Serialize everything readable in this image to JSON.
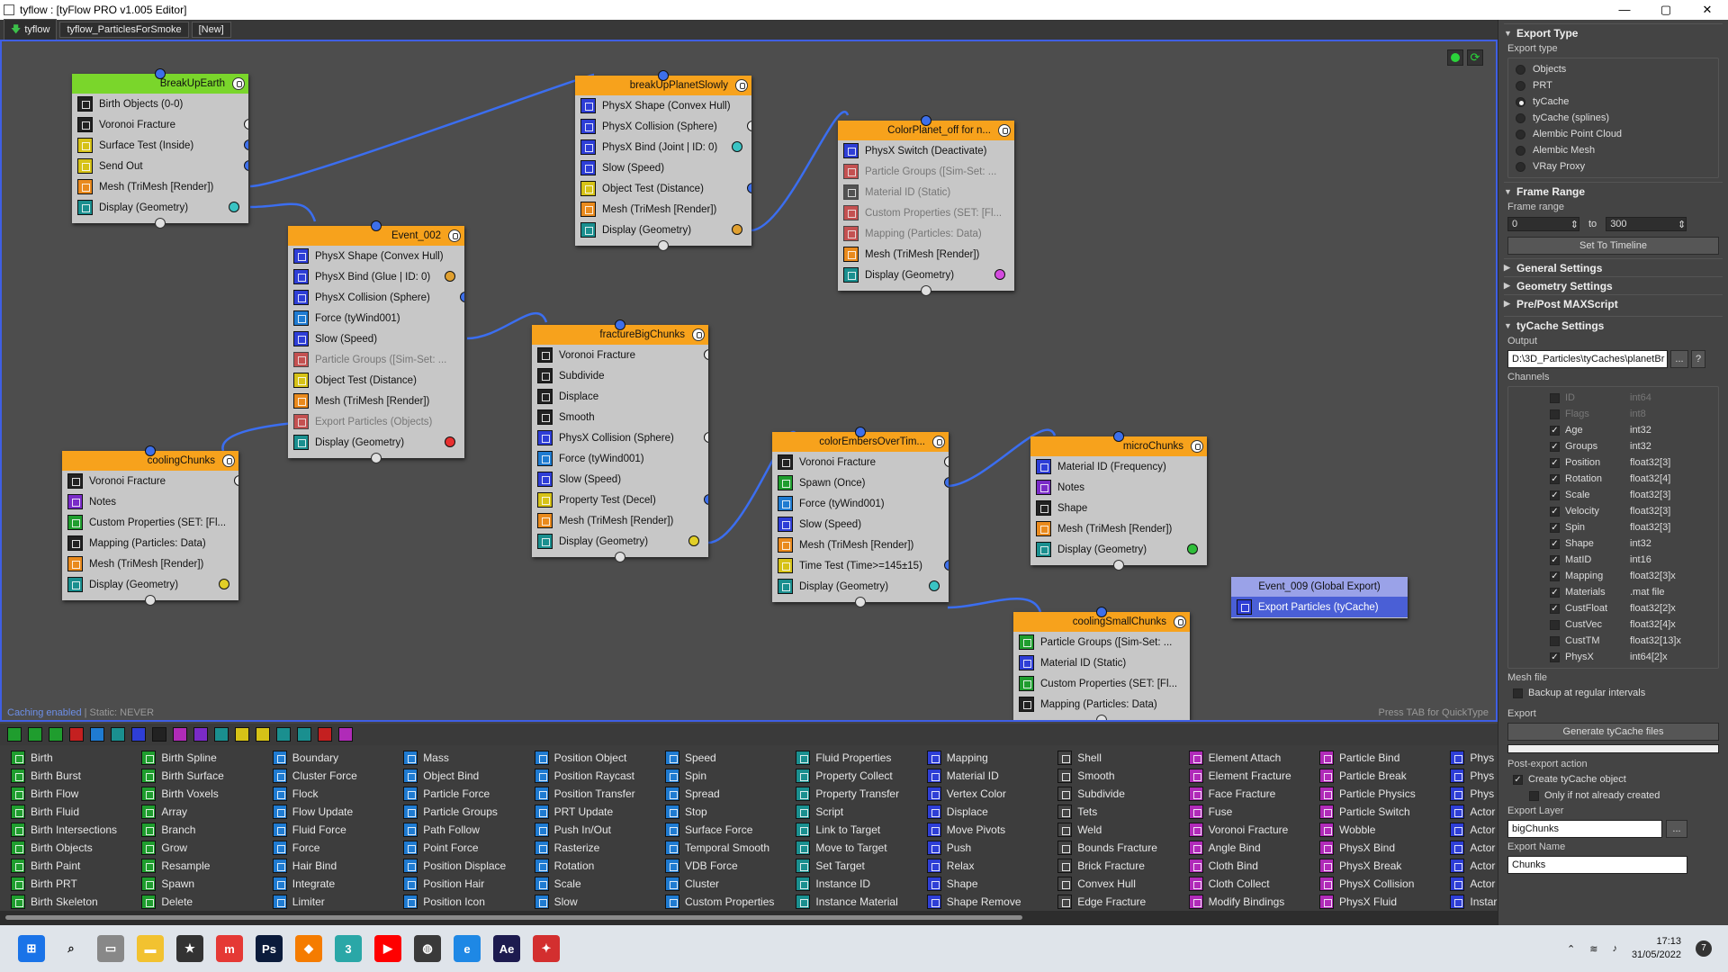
{
  "window": {
    "title": "tyflow : [tyFlow PRO v1.005 Editor]",
    "min": "—",
    "max": "▢",
    "close": "✕"
  },
  "tabs": [
    "tyflow",
    "tyflow_ParticlesForSmoke",
    "[New]"
  ],
  "colors": {
    "orange_header": "#f7a21c",
    "green_header": "#7ad62b",
    "blue_header": "#9aa2e8",
    "canvas_border": "#3f5fe4",
    "wire": "#3b6ef0"
  },
  "nodes": [
    {
      "id": "n1",
      "title": "BreakUpEarth",
      "hdr": "#7ad62b",
      "ops": [
        {
          "t": "Birth Objects (0-0)",
          "i": "ic-k",
          "p": ""
        },
        {
          "t": "Voronoi Fracture",
          "i": "ic-k",
          "p": "w"
        },
        {
          "t": "Surface Test (Inside)",
          "i": "ic-y",
          "p": "bl"
        },
        {
          "t": "Send Out",
          "i": "ic-y",
          "p": "bl"
        },
        {
          "t": "Mesh (TriMesh [Render])",
          "i": "ic-o",
          "p": ""
        },
        {
          "t": "Display (Geometry)",
          "i": "ic-t",
          "p": "cy"
        }
      ]
    },
    {
      "id": "n2",
      "title": "breakUpPlanetSlowly",
      "hdr": "#f7a21c",
      "ops": [
        {
          "t": "PhysX Shape (Convex Hull)",
          "i": "ic-b",
          "p": ""
        },
        {
          "t": "PhysX Collision (Sphere)",
          "i": "ic-b",
          "p": "w"
        },
        {
          "t": "PhysX Bind (Joint | ID: 0)",
          "i": "ic-b",
          "p": "cy"
        },
        {
          "t": "Slow (Speed)",
          "i": "ic-b",
          "p": ""
        },
        {
          "t": "Object Test (Distance)",
          "i": "ic-y",
          "p": "bl"
        },
        {
          "t": "Mesh (TriMesh [Render])",
          "i": "ic-o",
          "p": ""
        },
        {
          "t": "Display (Geometry)",
          "i": "ic-t",
          "p": "or"
        }
      ]
    },
    {
      "id": "n3",
      "title": "ColorPlanet_off for n...",
      "hdr": "#f7a21c",
      "ops": [
        {
          "t": "PhysX Switch (Deactivate)",
          "i": "ic-b",
          "p": ""
        },
        {
          "t": "Particle Groups ([Sim-Set: ...",
          "i": "ic-r",
          "p": "",
          "d": true
        },
        {
          "t": "Material ID (Static)",
          "i": "ic-k",
          "p": "",
          "d": true
        },
        {
          "t": "Custom Properties (SET: [Fl...",
          "i": "ic-r",
          "p": "",
          "d": true
        },
        {
          "t": "Mapping (Particles: Data)",
          "i": "ic-r",
          "p": "",
          "d": true
        },
        {
          "t": "Mesh (TriMesh [Render])",
          "i": "ic-o",
          "p": ""
        },
        {
          "t": "Display (Geometry)",
          "i": "ic-t",
          "p": "pk"
        }
      ]
    },
    {
      "id": "n4",
      "title": "Event_002",
      "hdr": "#f7a21c",
      "ops": [
        {
          "t": "PhysX Shape (Convex Hull)",
          "i": "ic-b",
          "p": ""
        },
        {
          "t": "PhysX Bind (Glue | ID: 0)",
          "i": "ic-b",
          "p": "or"
        },
        {
          "t": "PhysX Collision (Sphere)",
          "i": "ic-b",
          "p": "bl"
        },
        {
          "t": "Force (tyWind001)",
          "i": "ic-c",
          "p": ""
        },
        {
          "t": "Slow (Speed)",
          "i": "ic-b",
          "p": ""
        },
        {
          "t": "Particle Groups ([Sim-Set: ...",
          "i": "ic-r",
          "p": "",
          "d": true
        },
        {
          "t": "Object Test (Distance)",
          "i": "ic-y",
          "p": ""
        },
        {
          "t": "Mesh (TriMesh [Render])",
          "i": "ic-o",
          "p": ""
        },
        {
          "t": "Export Particles (Objects)",
          "i": "ic-r",
          "p": "",
          "d": true
        },
        {
          "t": "Display (Geometry)",
          "i": "ic-t",
          "p": "rd"
        }
      ]
    },
    {
      "id": "n5",
      "title": "fractureBigChunks",
      "hdr": "#f7a21c",
      "ops": [
        {
          "t": "Voronoi Fracture",
          "i": "ic-k",
          "p": "w"
        },
        {
          "t": "Subdivide",
          "i": "ic-k",
          "p": ""
        },
        {
          "t": "Displace",
          "i": "ic-k",
          "p": ""
        },
        {
          "t": "Smooth",
          "i": "ic-k",
          "p": ""
        },
        {
          "t": "PhysX Collision (Sphere)",
          "i": "ic-b",
          "p": "w"
        },
        {
          "t": "Force (tyWind001)",
          "i": "ic-c",
          "p": ""
        },
        {
          "t": "Slow (Speed)",
          "i": "ic-b",
          "p": ""
        },
        {
          "t": "Property Test (Decel)",
          "i": "ic-y",
          "p": "bl"
        },
        {
          "t": "Mesh (TriMesh [Render])",
          "i": "ic-o",
          "p": ""
        },
        {
          "t": "Display (Geometry)",
          "i": "ic-t",
          "p": "y"
        }
      ]
    },
    {
      "id": "n6",
      "title": "coolingChunks",
      "hdr": "#f7a21c",
      "ops": [
        {
          "t": "Voronoi Fracture",
          "i": "ic-k",
          "p": "w"
        },
        {
          "t": "Notes",
          "i": "ic-p",
          "p": ""
        },
        {
          "t": "Custom Properties (SET: [Fl...",
          "i": "ic-g",
          "p": ""
        },
        {
          "t": "Mapping (Particles: Data)",
          "i": "ic-k",
          "p": ""
        },
        {
          "t": "Mesh (TriMesh [Render])",
          "i": "ic-o",
          "p": ""
        },
        {
          "t": "Display (Geometry)",
          "i": "ic-t",
          "p": "y"
        }
      ]
    },
    {
      "id": "n7",
      "title": "colorEmbersOverTim...",
      "hdr": "#f7a21c",
      "ops": [
        {
          "t": "Voronoi Fracture",
          "i": "ic-k",
          "p": "w"
        },
        {
          "t": "Spawn (Once)",
          "i": "ic-g",
          "p": "bl"
        },
        {
          "t": "Force (tyWind001)",
          "i": "ic-c",
          "p": ""
        },
        {
          "t": "Slow (Speed)",
          "i": "ic-b",
          "p": ""
        },
        {
          "t": "Mesh (TriMesh [Render])",
          "i": "ic-o",
          "p": ""
        },
        {
          "t": "Time Test (Time>=145±15)",
          "i": "ic-y",
          "p": "bl"
        },
        {
          "t": "Display (Geometry)",
          "i": "ic-t",
          "p": "cy"
        }
      ]
    },
    {
      "id": "n8",
      "title": "microChunks",
      "hdr": "#f7a21c",
      "ops": [
        {
          "t": "Material ID (Frequency)",
          "i": "ic-b",
          "p": ""
        },
        {
          "t": "Notes",
          "i": "ic-p",
          "p": ""
        },
        {
          "t": "Shape",
          "i": "ic-k",
          "p": ""
        },
        {
          "t": "Mesh (TriMesh [Render])",
          "i": "ic-o",
          "p": ""
        },
        {
          "t": "Display (Geometry)",
          "i": "ic-t",
          "p": "gr"
        }
      ]
    },
    {
      "id": "n9",
      "title": "coolingSmallChunks",
      "hdr": "#f7a21c",
      "ops": [
        {
          "t": "Particle Groups ([Sim-Set: ...",
          "i": "ic-g",
          "p": ""
        },
        {
          "t": "Material ID (Static)",
          "i": "ic-b",
          "p": ""
        },
        {
          "t": "Custom Properties (SET: [Fl...",
          "i": "ic-g",
          "p": ""
        },
        {
          "t": "Mapping (Particles: Data)",
          "i": "ic-k",
          "p": ""
        }
      ]
    },
    {
      "id": "n10",
      "title": "Event_009 (Global Export)",
      "hdr": "#9aa2e8",
      "ops": [
        {
          "t": "Export Particles (tyCache)",
          "i": "ic-b",
          "p": "",
          "sel": true
        }
      ]
    }
  ],
  "canvas": {
    "cache_status": "Caching enabled",
    "static_status": " | Static: NEVER",
    "quicktab_hint": "Press TAB for QuickType"
  },
  "palette": [
    [
      "Birth",
      "Birth Burst",
      "Birth Flow",
      "Birth Fluid",
      "Birth Intersections",
      "Birth Objects",
      "Birth Paint",
      "Birth PRT",
      "Birth Skeleton"
    ],
    [
      "Birth Spline",
      "Birth Surface",
      "Birth Voxels",
      "Array",
      "Branch",
      "Grow",
      "Resample",
      "Spawn",
      "Delete"
    ],
    [
      "Boundary",
      "Cluster Force",
      "Flock",
      "Flow Update",
      "Fluid Force",
      "Force",
      "Hair Bind",
      "Integrate",
      "Limiter"
    ],
    [
      "Mass",
      "Object Bind",
      "Particle Force",
      "Particle Groups",
      "Path Follow",
      "Point Force",
      "Position Displace",
      "Position Hair",
      "Position Icon"
    ],
    [
      "Position Object",
      "Position Raycast",
      "Position Transfer",
      "PRT Update",
      "Push In/Out",
      "Rasterize",
      "Rotation",
      "Scale",
      "Slow"
    ],
    [
      "Speed",
      "Spin",
      "Spread",
      "Stop",
      "Surface Force",
      "Temporal Smooth",
      "VDB Force",
      "Cluster",
      "Custom Properties"
    ],
    [
      "Fluid Properties",
      "Property Collect",
      "Property Transfer",
      "Script",
      "Link to Target",
      "Move to Target",
      "Set Target",
      "Instance ID",
      "Instance Material"
    ],
    [
      "Mapping",
      "Material ID",
      "Vertex Color",
      "Displace",
      "Move Pivots",
      "Push",
      "Relax",
      "Shape",
      "Shape Remove"
    ],
    [
      "Shell",
      "Smooth",
      "Subdivide",
      "Tets",
      "Weld",
      "Bounds Fracture",
      "Brick Fracture",
      "Convex Hull",
      "Edge Fracture"
    ],
    [
      "Element Attach",
      "Element Fracture",
      "Face Fracture",
      "Fuse",
      "Voronoi Fracture",
      "Angle Bind",
      "Cloth Bind",
      "Cloth Collect",
      "Modify Bindings"
    ],
    [
      "Particle Bind",
      "Particle Break",
      "Particle Physics",
      "Particle Switch",
      "Wobble",
      "PhysX Bind",
      "PhysX Break",
      "PhysX Collision",
      "PhysX Fluid"
    ],
    [
      "Phys",
      "Phys",
      "Phys",
      "Actor",
      "Actor",
      "Actor",
      "Actor",
      "Actor",
      "Instar"
    ]
  ],
  "panel": {
    "export_type": {
      "title": "Export Type",
      "label": "Export type",
      "options": [
        "Objects",
        "PRT",
        "tyCache",
        "tyCache (splines)",
        "Alembic Point Cloud",
        "Alembic Mesh",
        "VRay Proxy"
      ],
      "selected": "tyCache"
    },
    "frame_range": {
      "title": "Frame Range",
      "label": "Frame range",
      "from": "0",
      "to_label": "to",
      "to": "300",
      "button": "Set To Timeline"
    },
    "collapsed": [
      "General Settings",
      "Geometry Settings",
      "Pre/Post MAXScript"
    ],
    "tycache": {
      "title": "tyCache Settings",
      "output_label": "Output",
      "output": "D:\\3D_Particles\\tyCaches\\planetBr",
      "browse": "...",
      "help": "?",
      "channels_label": "Channels",
      "channels": [
        {
          "n": "ID",
          "t": "int64",
          "c": false,
          "off": true
        },
        {
          "n": "Flags",
          "t": "int8",
          "c": false,
          "off": true
        },
        {
          "n": "Age",
          "t": "int32",
          "c": true
        },
        {
          "n": "Groups",
          "t": "int32",
          "c": true
        },
        {
          "n": "Position",
          "t": "float32[3]",
          "c": true
        },
        {
          "n": "Rotation",
          "t": "float32[4]",
          "c": true
        },
        {
          "n": "Scale",
          "t": "float32[3]",
          "c": true
        },
        {
          "n": "Velocity",
          "t": "float32[3]",
          "c": true
        },
        {
          "n": "Spin",
          "t": "float32[3]",
          "c": true
        },
        {
          "n": "Shape",
          "t": "int32",
          "c": true
        },
        {
          "n": "MatID",
          "t": "int16",
          "c": true
        },
        {
          "n": "Mapping",
          "t": "float32[3]x",
          "c": true
        },
        {
          "n": "Materials",
          "t": ".mat file",
          "c": true
        },
        {
          "n": "CustFloat",
          "t": "float32[2]x",
          "c": true
        },
        {
          "n": "CustVec",
          "t": "float32[4]x",
          "c": false
        },
        {
          "n": "CustTM",
          "t": "float32[13]x",
          "c": false
        },
        {
          "n": "PhysX",
          "t": "int64[2]x",
          "c": true
        }
      ],
      "mesh_file_label": "Mesh file",
      "backup": "Backup at regular intervals",
      "export_label": "Export",
      "generate": "Generate tyCache files",
      "post_label": "Post-export action",
      "create_obj": "Create tyCache object",
      "only_if": "Only if not already created",
      "layer_label": "Export Layer",
      "layer": "bigChunks",
      "name_label": "Export Name",
      "name": "Chunks"
    }
  },
  "taskbar": {
    "time": "17:13",
    "date": "31/05/2022",
    "apps": [
      "start-icon",
      "search-icon",
      "taskview-icon",
      "explorer-icon",
      "app-star-icon",
      "app-m-icon",
      "photoshop-icon",
      "app-orange-icon",
      "3dsmax-icon",
      "youtube-icon",
      "app-globe-icon",
      "edge-icon",
      "aftereffects-icon",
      "app-red-icon"
    ]
  }
}
